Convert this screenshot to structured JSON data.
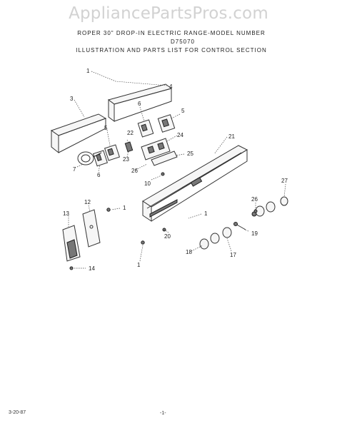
{
  "watermark": "AppliancePartsPros.com",
  "header": {
    "line1": "ROPER 30\" DROP-IN ELECTRIC RANGE-MODEL NUMBER",
    "line2": "D75070",
    "line3": "ILLUSTRATION AND PARTS LIST FOR CONTROL SECTION"
  },
  "callouts": {
    "c1_top": "1",
    "c4": "4",
    "c3": "3",
    "c6_upper": "6",
    "c5_right": "5",
    "c5_left": "5",
    "c22": "22",
    "c24": "24",
    "c21": "21",
    "c7": "7",
    "c6_lower": "6",
    "c23": "23",
    "c26_left": "26",
    "c25": "25",
    "c10": "10",
    "c27": "27",
    "c26_right": "26",
    "c12": "12",
    "c1_bracket": "1",
    "c13": "13",
    "c1_panel": "1",
    "c20": "20",
    "c19": "19",
    "c18": "18",
    "c17": "17",
    "c14": "14",
    "c1_bottom": "1"
  },
  "footer": {
    "date": "3-20-87",
    "page": "-1-"
  }
}
